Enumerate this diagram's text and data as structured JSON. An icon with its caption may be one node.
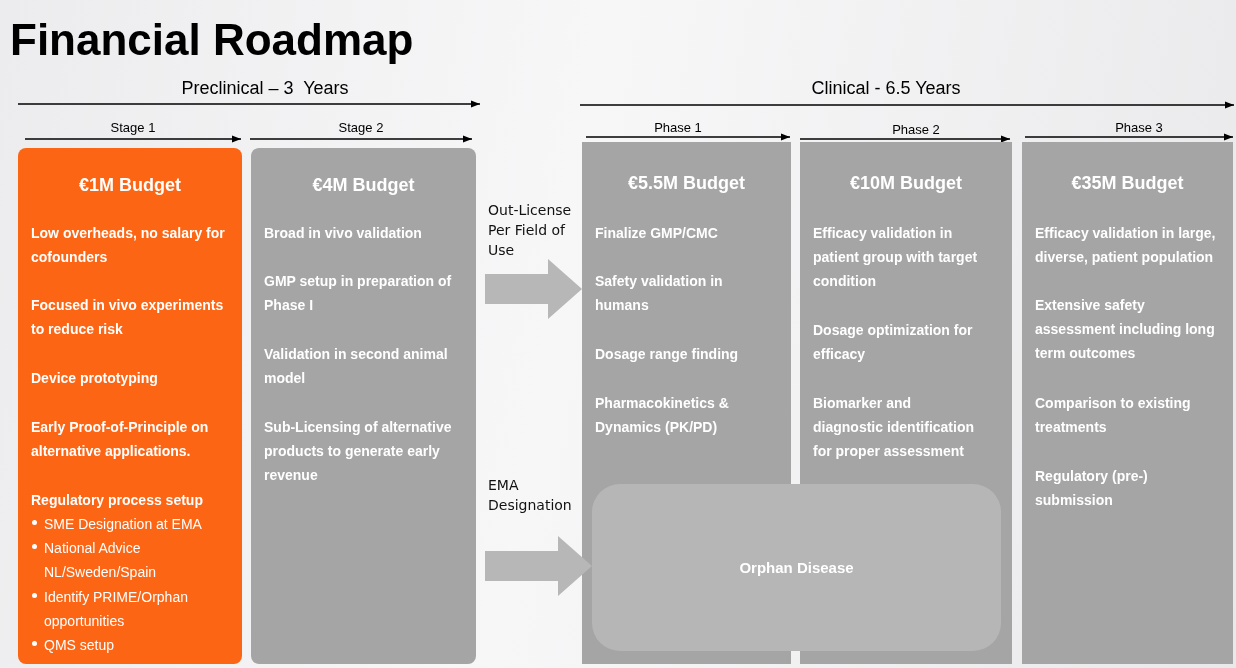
{
  "diagram": {
    "title": "Financial Roadmap",
    "nodes": [
      {
        "text": [
          "€1M Budget",
          "Low overheads, no salary for cofounders",
          "Focused in vivo experiments to reduce risk",
          "Device prototyping",
          "Early Proof-of-Principle on alternative applications.",
          "Regulatory process setup",
          "SME Designation at EMA",
          "National Advice NL/Sweden/Spain",
          "Identify PRIME/Orphan opportunities",
          "QMS setup"
        ]
      },
      {
        "text": [
          "€4M Budget",
          "Broad in vivo validation",
          "GMP setup in preparation of Phase I",
          "Validation in second animal model",
          "Sub-Licensing of alternative products to generate early revenue"
        ]
      },
      {
        "text": [
          "€5.5M Budget",
          "Finalize GMP/CMC",
          "Safety validation in humans",
          "Dosage range finding",
          "Pharmacokinetics & Dynamics (PK/PD)"
        ]
      },
      {
        "text": [
          "€10M Budget",
          "Efficacy validation in patient group with target condition",
          "Dosage optimization for efficacy",
          "Biomarker and diagnostic identification for proper assessment"
        ]
      },
      {
        "text": [
          "€35M Budget",
          "Efficacy validation in large, diverse, patient population",
          "Extensive safety assessment including long term outcomes",
          "Comparison to existing treatments",
          "Regulatory (pre-) submission"
        ]
      },
      {
        "text": [
          "Orphan Disease"
        ]
      }
    ],
    "edges": [
      {
        "from": 1,
        "to": 2,
        "arrow": "to",
        "label": "Out-License Per Field of Use"
      },
      {
        "from": 1,
        "to": 5,
        "arrow": "to",
        "label": "EMA Designation"
      }
    ],
    "labels": [
      "Preclinical – 3  Years",
      "Clinical - 6.5 Years",
      "Stage 1",
      "Stage 2",
      "Phase 1",
      "Phase 2",
      "Phase 3"
    ]
  }
}
